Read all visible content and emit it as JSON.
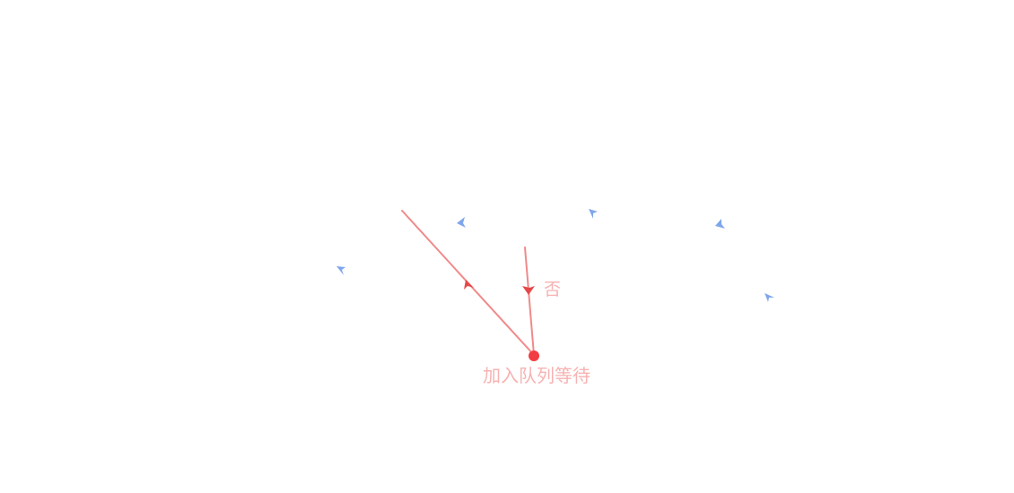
{
  "colors": {
    "background": "#ffffff",
    "active_edge": "#f08a8a",
    "active_arrow": "#e54848",
    "active_label": "#f7b2b2",
    "active_node": "#f23c43",
    "faded_arrow": "#7fa6ec"
  },
  "diagram": {
    "edges": [
      {
        "id": "edge-return",
        "label": ""
      },
      {
        "id": "edge-no",
        "label": "否"
      }
    ],
    "nodes": [
      {
        "id": "node-enqueue-wait",
        "label": "加入队列等待"
      }
    ]
  }
}
